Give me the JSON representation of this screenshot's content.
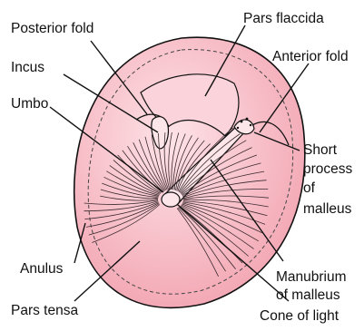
{
  "colors": {
    "membrane_fill": "#f6b3be",
    "membrane_highlight": "#fde3e7",
    "line": "#111111",
    "background": "#ffffff"
  },
  "labels": {
    "posterior_fold": "Posterior fold",
    "pars_flaccida": "Pars flaccida",
    "incus": "Incus",
    "anterior_fold": "Anterior fold",
    "umbo": "Umbo",
    "short_process": [
      "Short",
      "process",
      "of",
      "malleus"
    ],
    "anulus": "Anulus",
    "manubrium": [
      "Manubrium",
      "of malleus"
    ],
    "pars_tensa": "Pars tensa",
    "cone_of_light": "Cone of light"
  }
}
